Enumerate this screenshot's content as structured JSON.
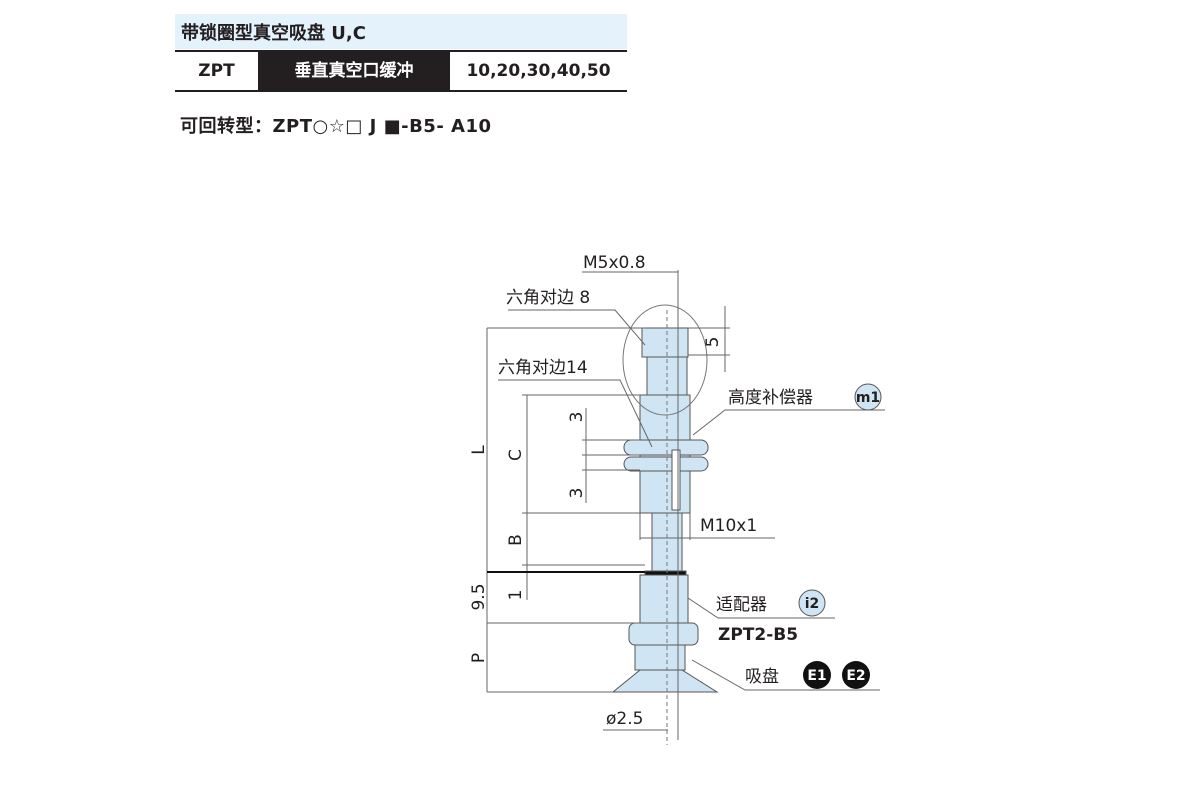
{
  "header": {
    "title": "带锁圈型真空吸盘 U,C",
    "model": "ZPT",
    "type_label": "垂直真空口缓冲",
    "sizes": "10,20,30,40,50"
  },
  "rotatable": "可回转型：ZPT○☆□ J ■-B5- A10",
  "drawing": {
    "thread_top": "M5x0.8",
    "hex8": "六角对边 8",
    "hex14": "六角对边14",
    "dim_5": "5",
    "dim_3a": "3",
    "dim_3b": "3",
    "dim_L": "L",
    "dim_C": "C",
    "dim_B": "B",
    "dim_1": "1",
    "dim_9_5": "9.5",
    "dim_P": "P",
    "height_comp": "高度补偿器",
    "badge_m1": "m1",
    "thread_body": "M10x1",
    "adapter": "适配器",
    "badge_i2": "i2",
    "adapter_model": "ZPT2-B5",
    "pad": "吸盘",
    "badge_e1": "E1",
    "badge_e2": "E2",
    "diameter": "ø2.5"
  },
  "colors": {
    "part_fill": "#cfe5f3",
    "header_band": "#e4f2fb",
    "outline": "#555555"
  }
}
